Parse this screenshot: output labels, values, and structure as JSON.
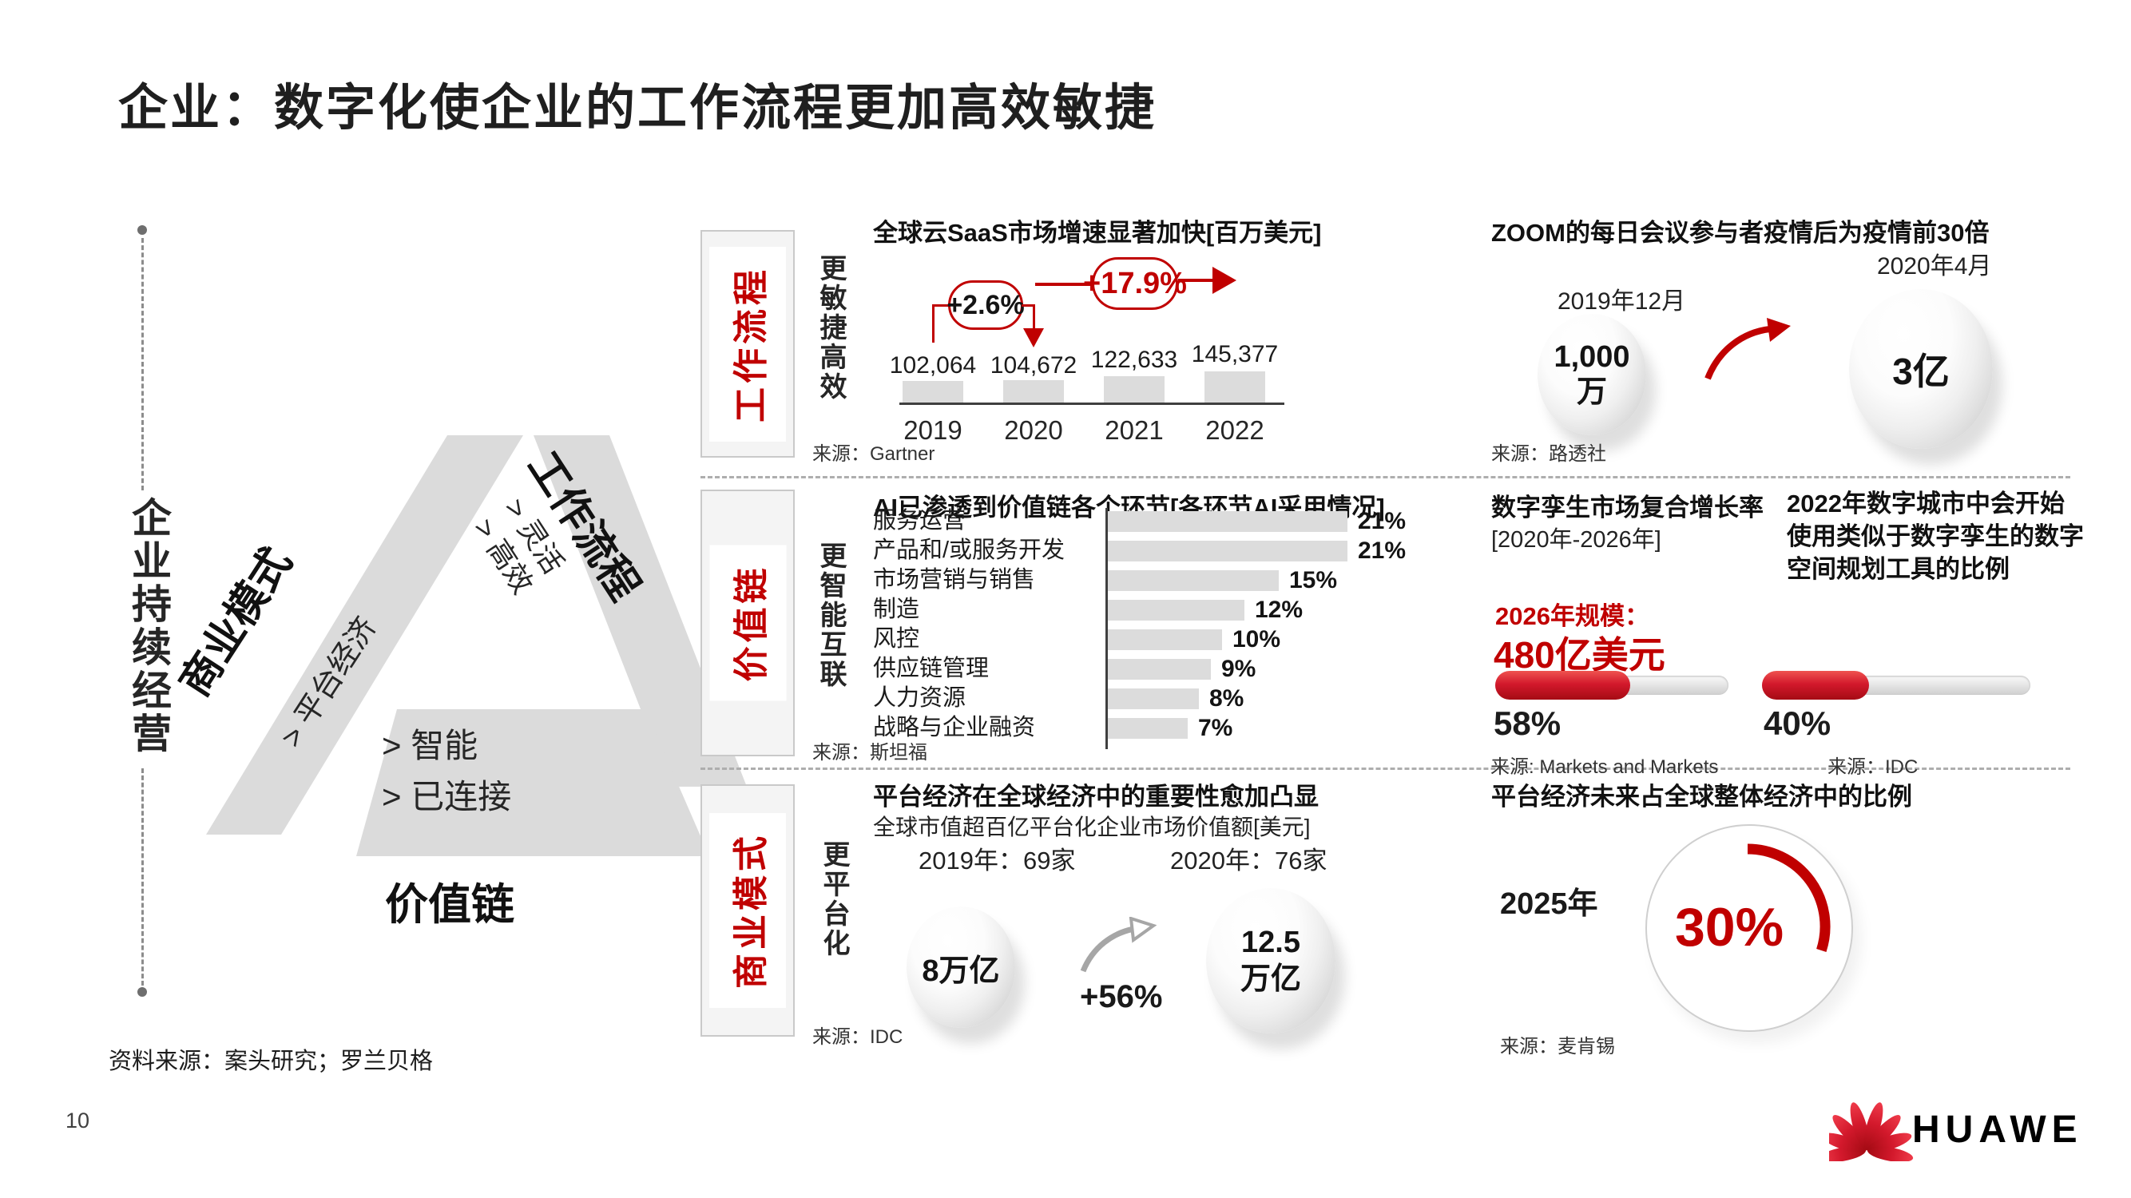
{
  "slide": {
    "title": "企业：数字化使企业的工作流程更加高效敏捷",
    "page_number": "10",
    "footer_source": "资料来源：案头研究；罗兰贝格",
    "brand": "HUAWEI"
  },
  "left_panel": {
    "vertical_label": "企业持续经营"
  },
  "triangle": {
    "business_model_label": "商业模式",
    "workflow_label": "工作流程",
    "value_chain_label": "价值链",
    "platform_item": "> 平台经济",
    "workflow_items": [
      "> 灵活",
      "> 高效"
    ],
    "value_chain_items": [
      "> 智能",
      "> 已连接"
    ]
  },
  "sections": {
    "workflow": {
      "tag": "工作流程",
      "benefit": "更敏捷高效"
    },
    "value_chain": {
      "tag": "价值链",
      "benefit": "更智能互联"
    },
    "business_model": {
      "tag": "商业模式",
      "benefit": "更平台化"
    }
  },
  "colors": {
    "accent_red": "#c00000",
    "huawei_red": "#ce0e2d",
    "bar_gray": "#dcdcdc"
  },
  "chart_data": [
    {
      "type": "bar",
      "title": "全球云SaaS市场增速显著加快[百万美元]",
      "categories": [
        "2019",
        "2020",
        "2021",
        "2022"
      ],
      "values": [
        102064,
        104672,
        122633,
        145377
      ],
      "value_labels": [
        "102,064",
        "104,672",
        "122,633",
        "145,377"
      ],
      "annotations": [
        "+2.6%",
        "+17.9%"
      ],
      "ylim": [
        0,
        145377
      ],
      "source": "来源：Gartner"
    },
    {
      "type": "comparison",
      "title": "ZOOM的每日会议参与者疫情后为疫情前30倍",
      "points": [
        {
          "label": "2019年12月",
          "value_lines": [
            "1,000",
            "万"
          ]
        },
        {
          "label": "2020年4月",
          "value_lines": [
            "3亿"
          ]
        }
      ],
      "source": "来源：路透社"
    },
    {
      "type": "bar",
      "orientation": "horizontal",
      "title": "AI已渗透到价值链各个环节[各环节AI采用情况]",
      "categories": [
        "服务运营",
        "产品和/或服务开发",
        "市场营销与销售",
        "制造",
        "风控",
        "供应链管理",
        "人力资源",
        "战略与企业融资"
      ],
      "values": [
        21,
        21,
        15,
        12,
        10,
        9,
        8,
        7
      ],
      "value_labels": [
        "21%",
        "21%",
        "15%",
        "12%",
        "10%",
        "9%",
        "8%",
        "7%"
      ],
      "xlim": [
        0,
        21
      ],
      "source": "来源：斯坦福"
    },
    {
      "type": "progress",
      "title": "数字孪生市场复合增长率",
      "subtitle": "[2020年-2026年]",
      "highlight_prefix": "2026年规模：",
      "highlight": "480亿美元",
      "value": 58,
      "value_label": "58%",
      "source": "来源: Markets and Markets"
    },
    {
      "type": "progress",
      "title": "2022年数字城市中会开始使用类似于数字孪生的数字空间规划工具的比例",
      "value": 40,
      "value_label": "40%",
      "source": "来源：IDC"
    },
    {
      "type": "comparison",
      "title": "平台经济在全球经济中的重要性愈加凸显",
      "subtitle": "全球市值超百亿平台化企业市场价值额[美元]",
      "points": [
        {
          "label": "2019年：69家",
          "value_lines": [
            "8万亿"
          ]
        },
        {
          "label": "2020年：76家",
          "value_lines": [
            "12.5",
            "万亿"
          ]
        }
      ],
      "change": "+56%",
      "source": "来源：IDC"
    },
    {
      "type": "donut",
      "title": "平台经济未来占全球整体经济中的比例",
      "label": "2025年",
      "value": 30,
      "value_label": "30%",
      "source": "来源：麦肯锡"
    }
  ]
}
